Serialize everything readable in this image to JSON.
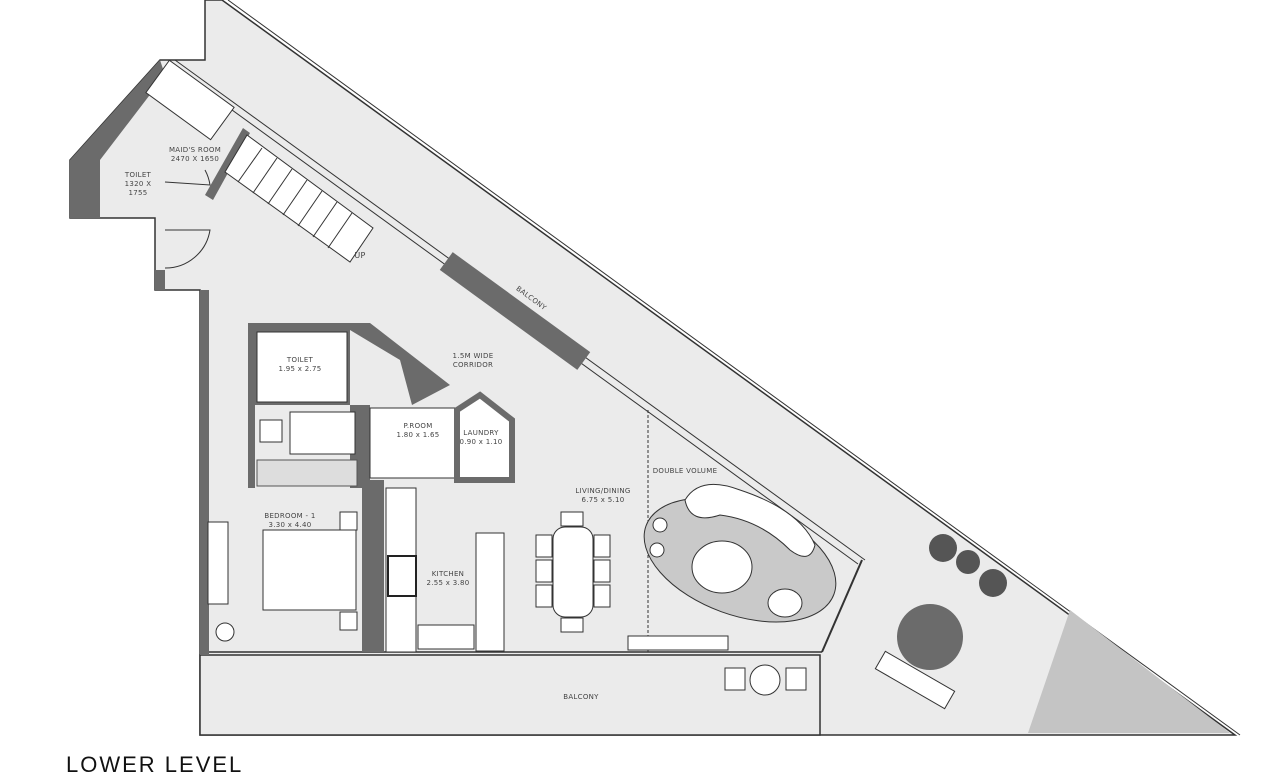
{
  "plan_title": "LOWER LEVEL",
  "rooms": {
    "maids_room": {
      "name": "MAID'S ROOM",
      "size": "2470 X 1650"
    },
    "maid_toilet": {
      "name": "TOILET",
      "size1": "1320 X",
      "size2": "1755"
    },
    "stairs": {
      "label": "UP"
    },
    "balcony_top": {
      "name": "BALCONY"
    },
    "toilet": {
      "name": "TOILET",
      "size": "1.95 x 2.75"
    },
    "corridor": {
      "name1": "1.5M WIDE",
      "name2": "CORRIDOR"
    },
    "powder_room": {
      "name": "P.ROOM",
      "size": "1.80 x 1.65"
    },
    "laundry": {
      "name": "LAUNDRY",
      "size": "0.90 x 1.10"
    },
    "bedroom": {
      "name": "BEDROOM - 1",
      "size": "3.30 x 4.40"
    },
    "kitchen": {
      "name": "KITCHEN",
      "size": "2.55 x 3.80"
    },
    "living": {
      "name": "LIVING/DINING",
      "size": "6.75 x 5.10"
    },
    "double_volume": {
      "name": "DOUBLE VOLUME"
    },
    "balcony_bottom": {
      "name": "BALCONY"
    }
  },
  "colors": {
    "wall": "#6b6b6b",
    "floor": "#ebebeb",
    "rug": "#c9c9c9",
    "line": "#333333"
  }
}
